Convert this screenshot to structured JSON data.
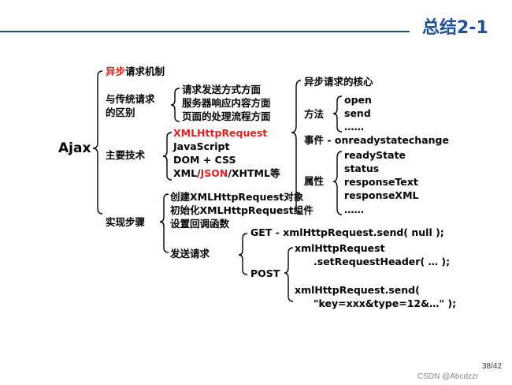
{
  "header": {
    "title": "总结2-1"
  },
  "diagram": {
    "root": "Ajax",
    "async_mechanism": {
      "prefix": "异步",
      "suffix": "请求机制"
    },
    "diff": {
      "label_line1": "与传统请求",
      "label_line2": "的区别",
      "items": [
        "请求发送方式方面",
        "服务器响应内容方面",
        "页面的处理流程方面"
      ]
    },
    "tech": {
      "label": "主要技术",
      "items": {
        "xhr": "XMLHttpRequest",
        "js": "JavaScript",
        "dom": "DOM + CSS",
        "xml_prefix": "XML/",
        "xml_json": "JSON",
        "xml_suffix": "/XHTML等"
      }
    },
    "steps": {
      "label": "实现步骤",
      "items": [
        "创建XMLHttpRequest对象",
        "初始化XMLHttpRequest组件",
        "设置回调函数"
      ],
      "send": {
        "label": "发送请求",
        "get": "GET - xmlHttpRequest.send( null );",
        "post_label": "POST",
        "post_lines": [
          "xmlHttpRequest",
          ".setRequestHeader( … );",
          "xmlHttpRequest.send(",
          "\"key=xxx&type=12&…\" );"
        ]
      }
    },
    "core": {
      "title": "异步请求的核心",
      "methods_label": "方法",
      "methods": [
        "open",
        "send",
        "……"
      ],
      "event": "事件 - onreadystatechange",
      "props_label": "属性",
      "props": [
        "readyState",
        "status",
        "responseText",
        "responseXML",
        "……"
      ]
    }
  },
  "footer": {
    "page": "38/42",
    "watermark": "CSDN @Abcdzzr"
  }
}
